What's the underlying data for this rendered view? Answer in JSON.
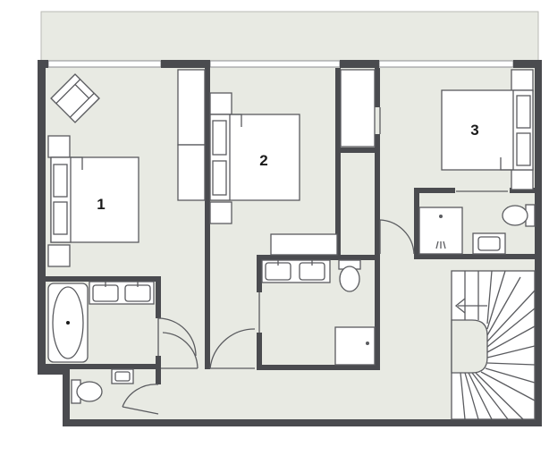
{
  "colors": {
    "floor": "#e8eae3",
    "wall": "#4a4b4f",
    "outline": "#5a5b5f",
    "furniture": "#ffffff",
    "background": "#ffffff"
  },
  "rooms": [
    {
      "id": "bedroom-1",
      "label": "1"
    },
    {
      "id": "bedroom-2",
      "label": "2"
    },
    {
      "id": "bedroom-3",
      "label": "3"
    }
  ]
}
